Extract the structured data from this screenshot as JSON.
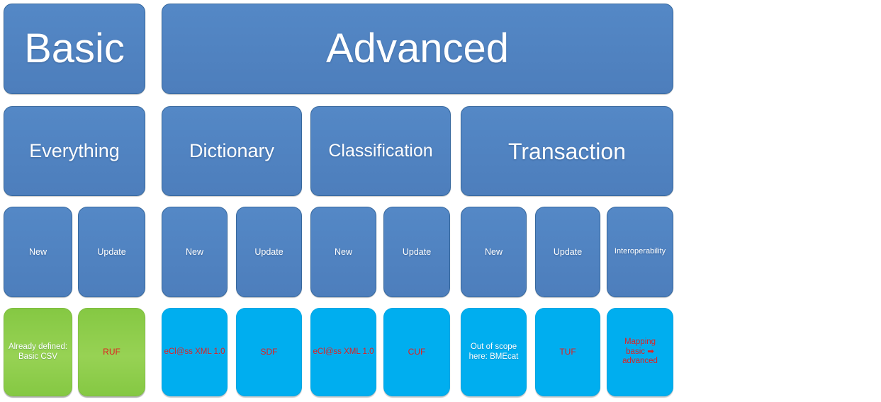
{
  "colors": {
    "blue": "#4d7ebc",
    "blue_light": "#5488c6",
    "blue_border": "#38699e",
    "green": "#85c843",
    "green_light": "#97d254",
    "cyan": "#00aeef",
    "red": "#e02020",
    "white": "#ffffff",
    "background": "#ffffff"
  },
  "diagram": {
    "level1": [
      {
        "label": "Basic"
      },
      {
        "label": "Advanced"
      }
    ],
    "level2": [
      {
        "label": "Everything"
      },
      {
        "label": "Dictionary"
      },
      {
        "label": "Classification"
      },
      {
        "label": "Transaction"
      }
    ],
    "level3": [
      {
        "label": "New"
      },
      {
        "label": "Update"
      },
      {
        "label": "New"
      },
      {
        "label": "Update"
      },
      {
        "label": "New"
      },
      {
        "label": "Update"
      },
      {
        "label": "New"
      },
      {
        "label": "Update"
      },
      {
        "label": "Interoperability"
      }
    ],
    "level4": [
      {
        "label": "Already defined:\nBasic CSV",
        "fill": "green",
        "text_color": "white"
      },
      {
        "label": "RUF",
        "fill": "green",
        "text_color": "red"
      },
      {
        "label": "eCl@ss XML 1.0",
        "fill": "cyan",
        "text_color": "red"
      },
      {
        "label": "SDF",
        "fill": "cyan",
        "text_color": "red"
      },
      {
        "label": "eCl@ss XML 1.0",
        "fill": "cyan",
        "text_color": "red"
      },
      {
        "label": "CUF",
        "fill": "cyan",
        "text_color": "red"
      },
      {
        "label": "Out of scope\nhere: BMEcat",
        "fill": "cyan",
        "text_color": "white"
      },
      {
        "label": "TUF",
        "fill": "cyan",
        "text_color": "red"
      },
      {
        "label": "Mapping\nbasic ➡\nadvanced",
        "fill": "cyan",
        "text_color": "red"
      }
    ]
  }
}
